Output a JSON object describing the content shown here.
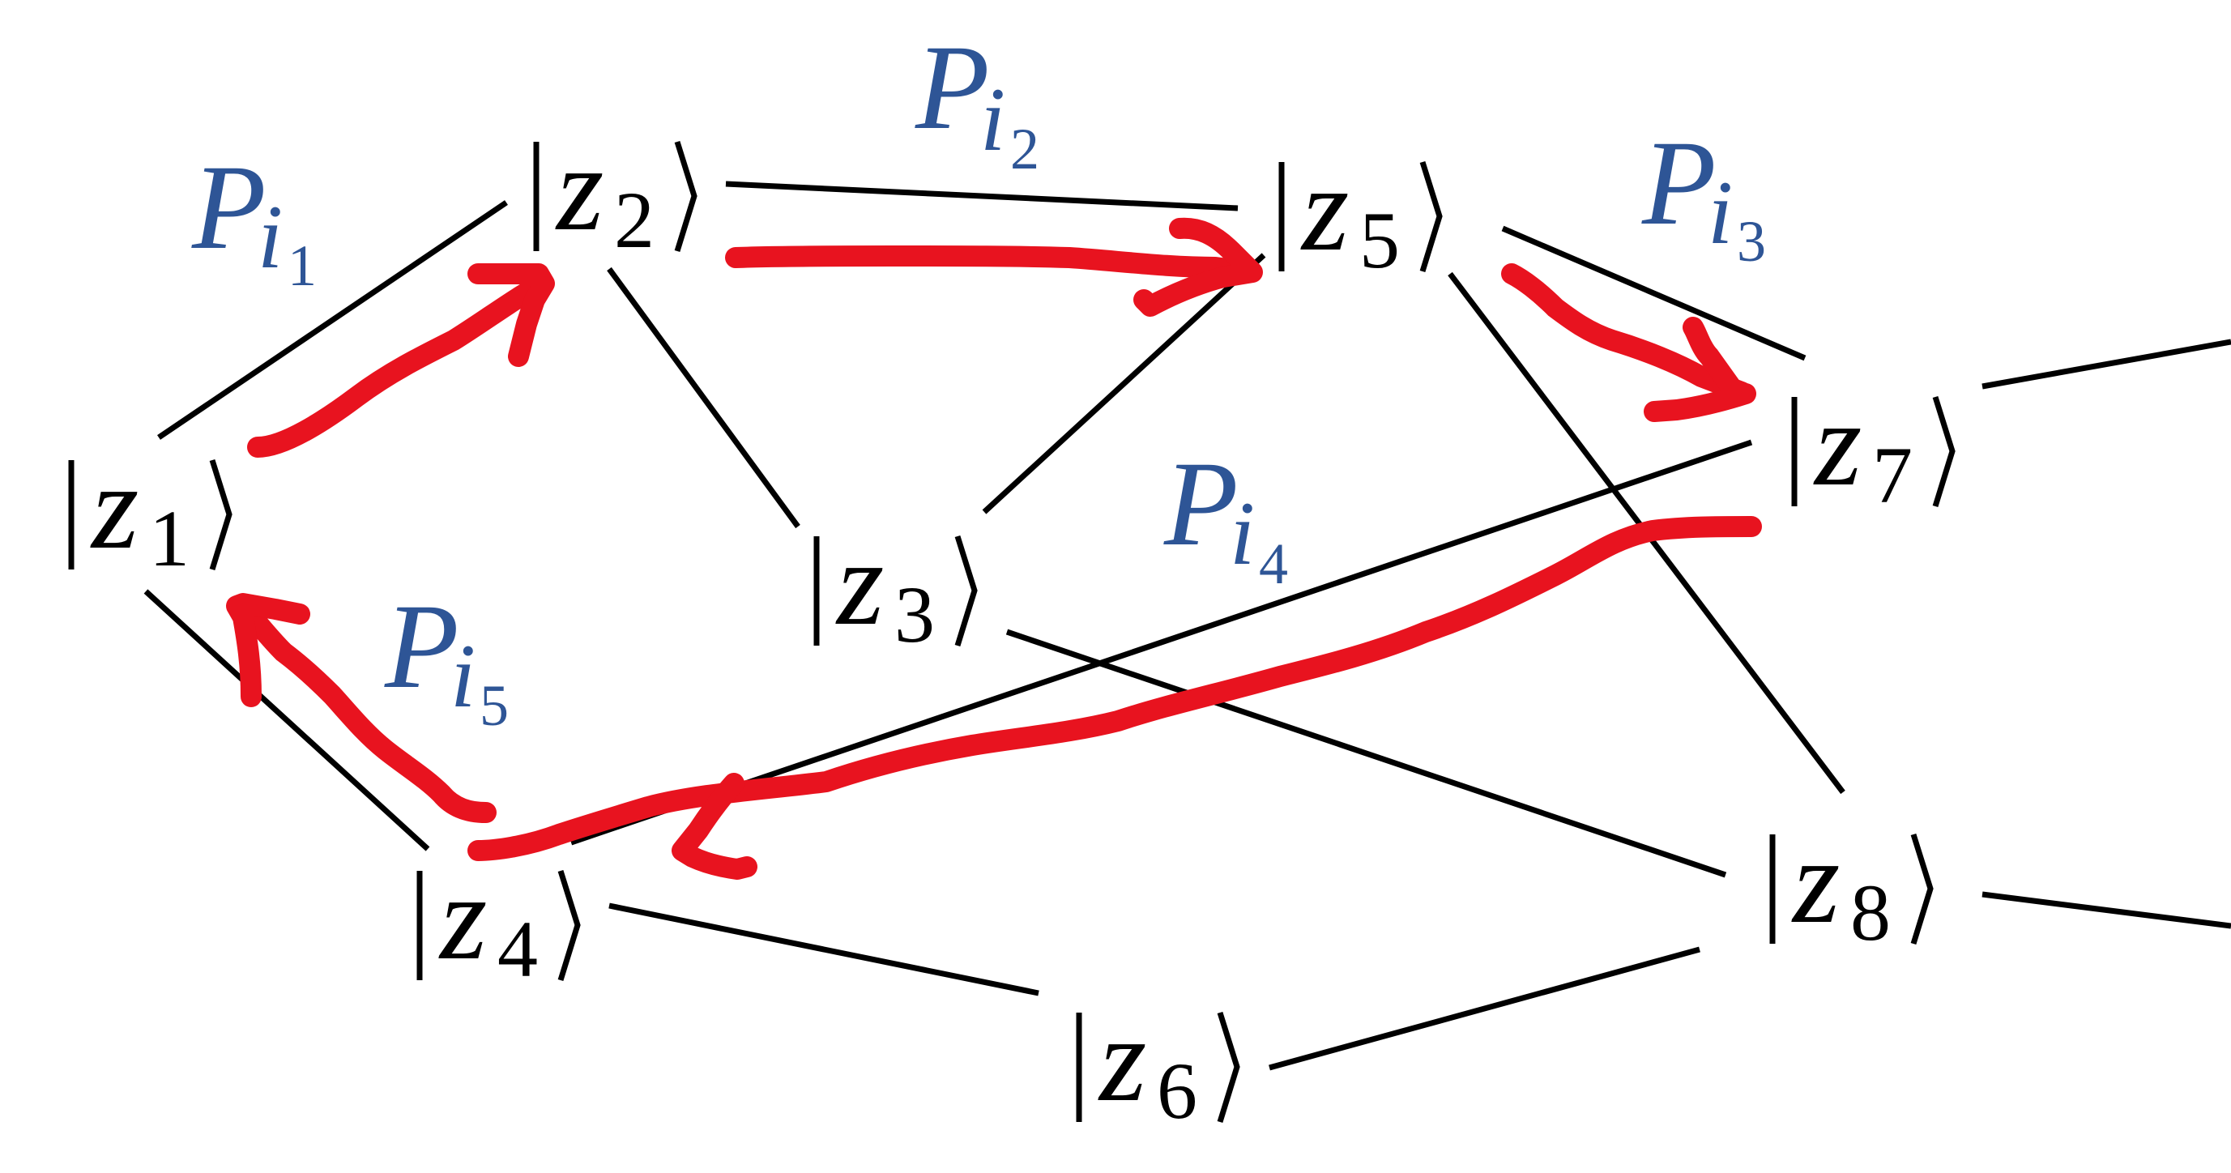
{
  "kets": [
    {
      "id": "z1",
      "symbol": "z",
      "index": "1"
    },
    {
      "id": "z2",
      "symbol": "z",
      "index": "2"
    },
    {
      "id": "z3",
      "symbol": "z",
      "index": "3"
    },
    {
      "id": "z4",
      "symbol": "z",
      "index": "4"
    },
    {
      "id": "z5",
      "symbol": "z",
      "index": "5"
    },
    {
      "id": "z6",
      "symbol": "z",
      "index": "6"
    },
    {
      "id": "z7",
      "symbol": "z",
      "index": "7"
    },
    {
      "id": "z8",
      "symbol": "z",
      "index": "8"
    }
  ],
  "edges": [
    [
      "z1",
      "z2"
    ],
    [
      "z1",
      "z4"
    ],
    [
      "z2",
      "z5"
    ],
    [
      "z2",
      "z3"
    ],
    [
      "z3",
      "z5"
    ],
    [
      "z3",
      "z8"
    ],
    [
      "z4",
      "z7"
    ],
    [
      "z4",
      "z6"
    ],
    [
      "z5",
      "z7"
    ],
    [
      "z5",
      "z8"
    ],
    [
      "z6",
      "z8"
    ],
    [
      "z7",
      "out"
    ],
    [
      "z8",
      "out"
    ]
  ],
  "path_labels": [
    {
      "id": "p1",
      "symbol": "P",
      "sub": "i",
      "subsub": "1"
    },
    {
      "id": "p2",
      "symbol": "P",
      "sub": "i",
      "subsub": "2"
    },
    {
      "id": "p3",
      "symbol": "P",
      "sub": "i",
      "subsub": "3"
    },
    {
      "id": "p4",
      "symbol": "P",
      "sub": "i",
      "subsub": "4"
    },
    {
      "id": "p5",
      "symbol": "P",
      "sub": "i",
      "subsub": "5"
    }
  ],
  "cycle": [
    "z1",
    "z2",
    "z5",
    "z7",
    "z4",
    "z1"
  ],
  "colors": {
    "edge": "#000000",
    "path_arrow": "#e8131f",
    "path_label": "#2e5596"
  }
}
